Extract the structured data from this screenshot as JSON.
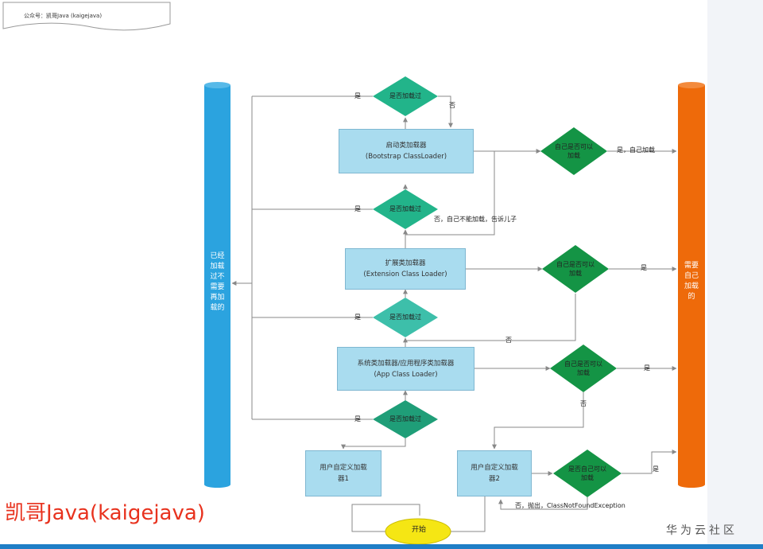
{
  "tag": {
    "text": "公众号：凯哥Java (kaigejava)"
  },
  "left_bar": {
    "text": "已经\n加载\n过不\n需要\n再加\n载的",
    "color": "#2ba3df"
  },
  "right_bar": {
    "text": "需要\n自己\n加载\n的",
    "color": "#ee6a0a"
  },
  "boxes": {
    "bootstrap": "启动类加载器\n(Bootstrap ClassLoader)",
    "extension": "扩展类加载器\n(Extension Class Loader)",
    "app": "系统类加载器/应用程序类加载器\n(App Class  Loader)",
    "user1": "用户自定义加载\n器1",
    "user2": "用户自定义加载\n器2"
  },
  "diamonds": {
    "loaded_top": "是否加载过",
    "loaded_boot": "是否加载过",
    "loaded_ext": "是否加载过",
    "loaded_app": "是否加载过",
    "can_boot": "自己是否可以\n加载",
    "can_ext": "自己是否可以\n加载",
    "can_app": "自己是否可以\n加载",
    "can_user": "是否自己可以\n加载"
  },
  "labels": {
    "yes": "是",
    "no": "否",
    "yes_self_load": "是，自己加载",
    "no_tell_child": "否，自己不能加载，告诉儿子",
    "no_throw": "否，抛出，ClassNotFoundException"
  },
  "start": "开始",
  "watermark": "凯哥Java(kaigejava)",
  "huawei": "华为云社区",
  "colors": {
    "box": "#a9dcef",
    "diamond": "#1fa37a",
    "diamond_alt": "#3dbf9a",
    "start": "#f5e614"
  }
}
